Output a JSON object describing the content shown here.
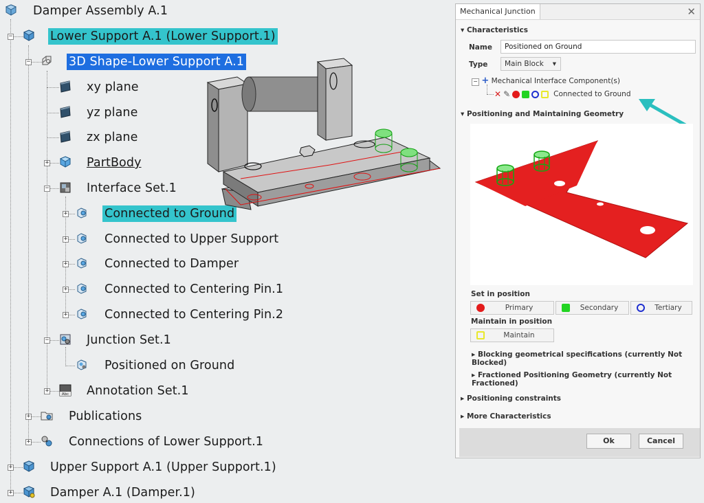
{
  "tree": {
    "root": "Damper Assembly A.1",
    "lower_support": "Lower Support A.1 (Lower Support.1)",
    "shape": "3D Shape-Lower Support A.1",
    "xy_plane": "xy plane",
    "yz_plane": "yz plane",
    "zx_plane": "zx plane",
    "part_body": "PartBody",
    "interface_set": "Interface Set.1",
    "interfaces": [
      "Connected to Ground",
      "Connected to Upper Support",
      "Connected to Damper",
      "Connected to Centering Pin.1",
      "Connected to Centering Pin.2"
    ],
    "junction_set": "Junction Set.1",
    "positioned_on_ground": "Positioned on Ground",
    "annotation_set": "Annotation Set.1",
    "publications": "Publications",
    "connections": "Connections of Lower Support.1",
    "upper_support": "Upper Support A.1 (Upper Support.1)",
    "damper": "Damper A.1 (Damper.1)",
    "annotation_icon_text": "Abc"
  },
  "dialog": {
    "title": "Mechanical Junction",
    "characteristics": "Characteristics",
    "name_label": "Name",
    "name_value": "Positioned on Ground",
    "type_label": "Type",
    "type_value": "Main Block",
    "mic_label": "Mechanical Interface Component(s)",
    "mic_item": "Connected to Ground",
    "positioning_geom": "Positioning and Maintaining Geometry",
    "set_in_position": "Set in position",
    "primary": "Primary",
    "secondary": "Secondary",
    "tertiary": "Tertiary",
    "maintain_in_position": "Maintain in position",
    "maintain": "Maintain",
    "blocking": "Blocking geometrical specifications (currently Not Blocked)",
    "fractioned": "Fractioned Positioning Geometry (currently Not Fractioned)",
    "positioning_constraints": "Positioning constraints",
    "more_characteristics": "More Characteristics",
    "ok": "Ok",
    "cancel": "Cancel"
  },
  "colors": {
    "highlight_teal": "#34c4cc",
    "highlight_blue": "#1e6ee0",
    "primary_red": "#e31b1b",
    "secondary_green": "#22d422",
    "tertiary_blue": "#1f2fd0",
    "maintain_yellow": "#e8e82a",
    "arrow_teal": "#2bbfbf"
  }
}
